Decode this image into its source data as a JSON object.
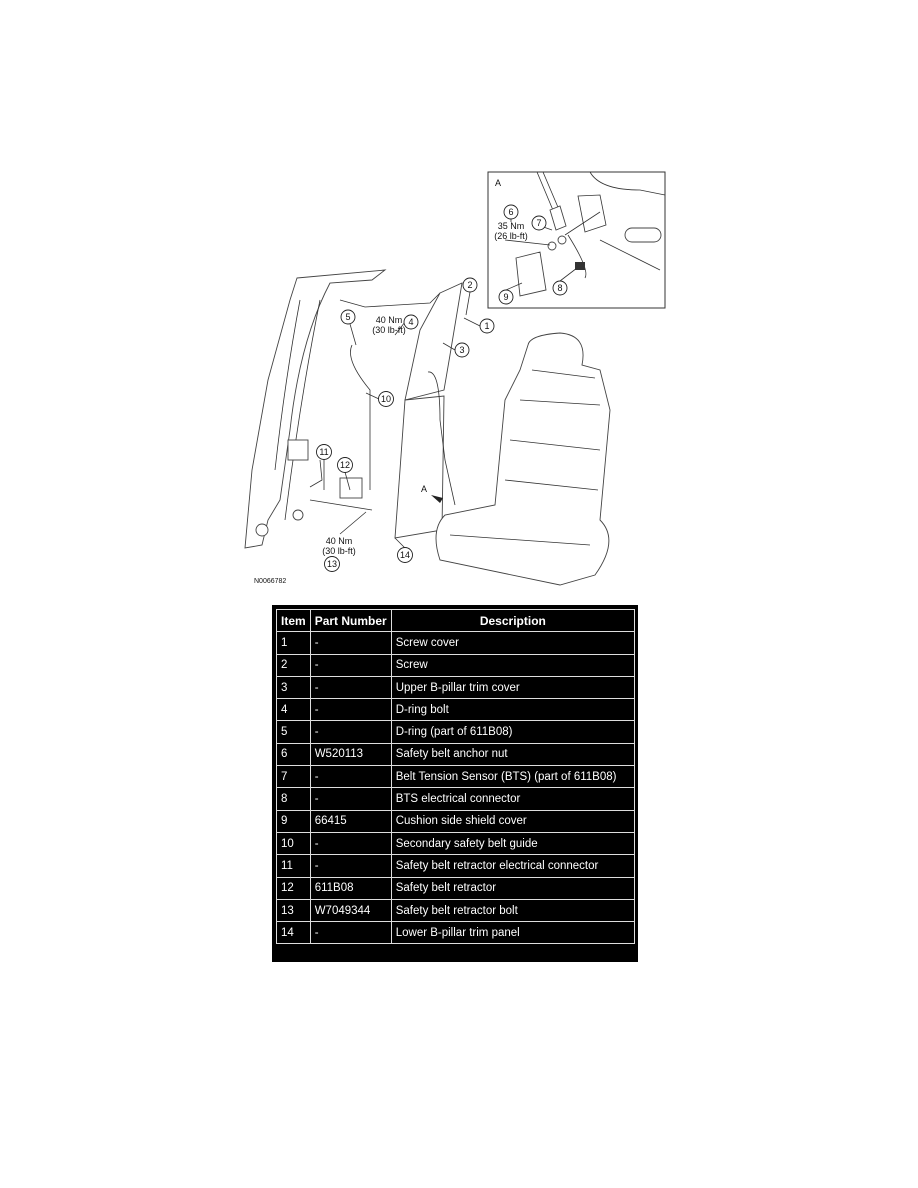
{
  "figure": {
    "inset_label": "A",
    "view_arrow_label": "A",
    "figure_id": "N0066782",
    "callouts": [
      "1",
      "2",
      "3",
      "4",
      "5",
      "6",
      "7",
      "8",
      "9",
      "10",
      "11",
      "12",
      "13",
      "14"
    ],
    "torque_d_ring": {
      "nm": "40 Nm",
      "lbft": "(30 lb-ft)"
    },
    "torque_anchor_nut": {
      "nm": "35 Nm",
      "lbft": "(26 lb-ft)"
    },
    "torque_retractor": {
      "nm": "40 Nm",
      "lbft": "(30 lb-ft)"
    }
  },
  "table": {
    "headers": [
      "Item",
      "Part Number",
      "Description"
    ],
    "rows": [
      [
        "1",
        "-",
        "Screw cover"
      ],
      [
        "2",
        "-",
        "Screw"
      ],
      [
        "3",
        "-",
        "Upper B-pillar trim cover"
      ],
      [
        "4",
        "-",
        "D-ring bolt"
      ],
      [
        "5",
        "-",
        "D-ring (part of 611B08)"
      ],
      [
        "6",
        "W520113",
        "Safety belt anchor nut"
      ],
      [
        "7",
        "-",
        "Belt Tension Sensor (BTS) (part of 611B08)"
      ],
      [
        "8",
        "-",
        "BTS electrical connector"
      ],
      [
        "9",
        "66415",
        "Cushion side shield cover"
      ],
      [
        "10",
        "-",
        "Secondary safety belt guide"
      ],
      [
        "11",
        "-",
        "Safety belt retractor electrical connector"
      ],
      [
        "12",
        "611B08",
        "Safety belt retractor"
      ],
      [
        "13",
        "W7049344",
        "Safety belt retractor bolt"
      ],
      [
        "14",
        "-",
        "Lower B-pillar trim panel"
      ]
    ]
  }
}
